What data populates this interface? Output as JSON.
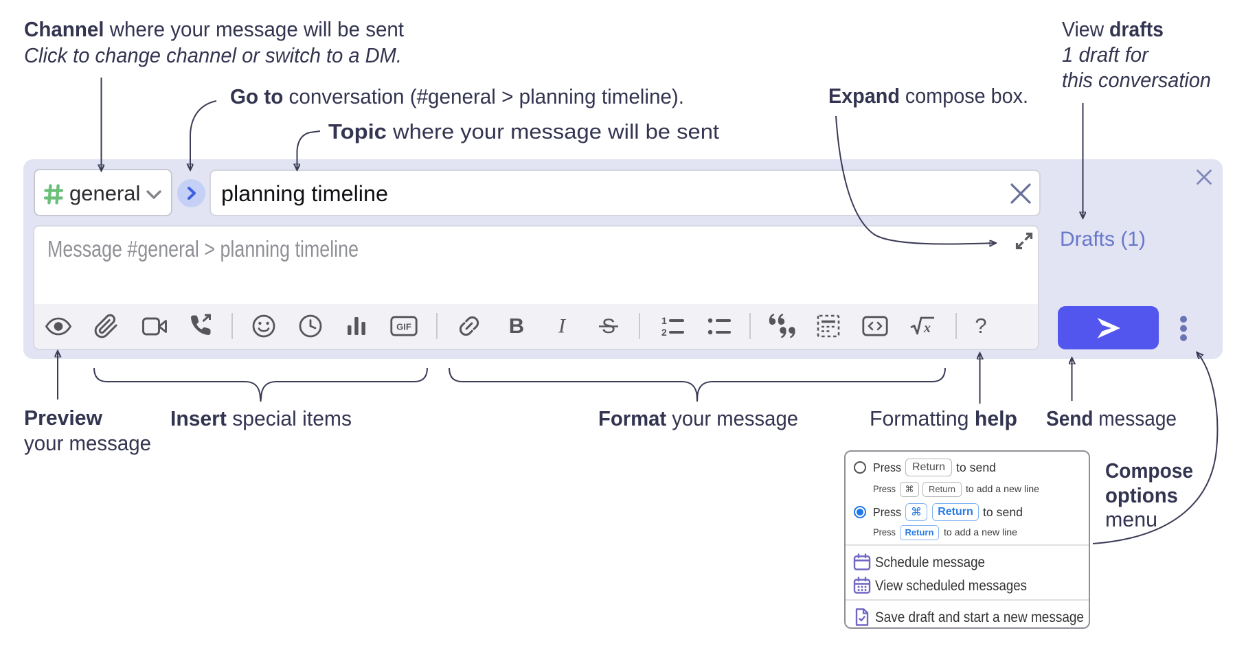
{
  "colors": {
    "compose_background": "#e2e4f4",
    "toolbar_background": "#f2f2f6",
    "send_button": "#5256ee",
    "channel_hash_green": "#6cbf7b",
    "go_chevron_blue": "#3f5fe0",
    "go_circle_fill": "#c5d0f6",
    "drafts_link": "#6777c9",
    "slate_icon": "#6b74a9",
    "annotation_text": "#333450",
    "toolbar_icon": "#55555a",
    "radio_selected_blue": "#2079e8",
    "kbd_blue": "#2779e3",
    "menu_icon_purple": "#6f66c4"
  },
  "annotations": {
    "channel": {
      "bold": "Channel",
      "rest": " where your message will be sent",
      "sub": "Click to change channel or switch to a DM."
    },
    "go_to": {
      "bold": "Go to",
      "rest": " conversation (#general > planning timeline)."
    },
    "topic": {
      "bold": "Topic",
      "rest": " where your message will be sent"
    },
    "expand": {
      "bold": "Expand",
      "rest": " compose box."
    },
    "view_drafts": {
      "pre": "View ",
      "bold": "drafts",
      "sub1": "1 draft for",
      "sub2": "this conversation"
    },
    "preview": {
      "bold": "Preview",
      "rest": "your message"
    },
    "insert": {
      "bold": "Insert",
      "rest": " special items"
    },
    "format": {
      "bold": "Format",
      "rest": " your message"
    },
    "formatting_help": {
      "pre": "Formatting ",
      "bold": "help"
    },
    "send": {
      "bold": "Send",
      "rest": " message"
    },
    "compose_options": {
      "bold1": "Compose",
      "bold2": "options",
      "rest": "menu"
    }
  },
  "compose_box": {
    "channel_selector": {
      "icon": "hash-icon",
      "label": "general",
      "chevron": "chevron-down-icon"
    },
    "go_to_button": {
      "icon": "chevron-right-icon"
    },
    "topic_input": {
      "value": "planning timeline"
    },
    "clear_topic_button": {
      "icon": "x-icon"
    },
    "message_input": {
      "placeholder": "Message #general > planning timeline"
    },
    "expand_button": {
      "icon": "expand-diagonal-icon"
    },
    "drafts_link": {
      "label": "Drafts (1)"
    },
    "send_button": {
      "icon": "paper-plane-icon"
    },
    "compose_options_button": {
      "icon": "vertical-ellipsis-icon"
    },
    "close_button": {
      "icon": "x-icon"
    },
    "toolbar": {
      "gif_label": "GIF",
      "icons": [
        "preview-eye",
        "attach-paperclip",
        "video-call",
        "audio-call",
        "divider",
        "emoji-smiley",
        "time-clock",
        "poll-bar-chart",
        "gif",
        "divider",
        "link",
        "bold",
        "italic",
        "strikethrough",
        "divider",
        "numbered-list",
        "bulleted-list",
        "divider",
        "quote",
        "spoiler",
        "code",
        "math",
        "divider",
        "question-help"
      ]
    }
  },
  "popup_menu": {
    "options": [
      {
        "selected": false,
        "line": {
          "pre": "Press",
          "key1": "Return",
          "post": "to send"
        },
        "sub": {
          "pre": "Press",
          "key1": "⌘",
          "key2": "Return",
          "post": "to add a new line"
        }
      },
      {
        "selected": true,
        "line": {
          "pre": "Press",
          "key1": "⌘",
          "key2": "Return",
          "post": "to send"
        },
        "sub": {
          "pre": "Press",
          "key1": "Return",
          "post": "to add a new line"
        }
      }
    ],
    "items": [
      {
        "icon": "calendar-icon",
        "label": "Schedule message"
      },
      {
        "icon": "calendar-grid-icon",
        "label": "View scheduled messages"
      },
      {
        "icon": "document-check-icon",
        "label": "Save draft and start a new message"
      }
    ]
  }
}
